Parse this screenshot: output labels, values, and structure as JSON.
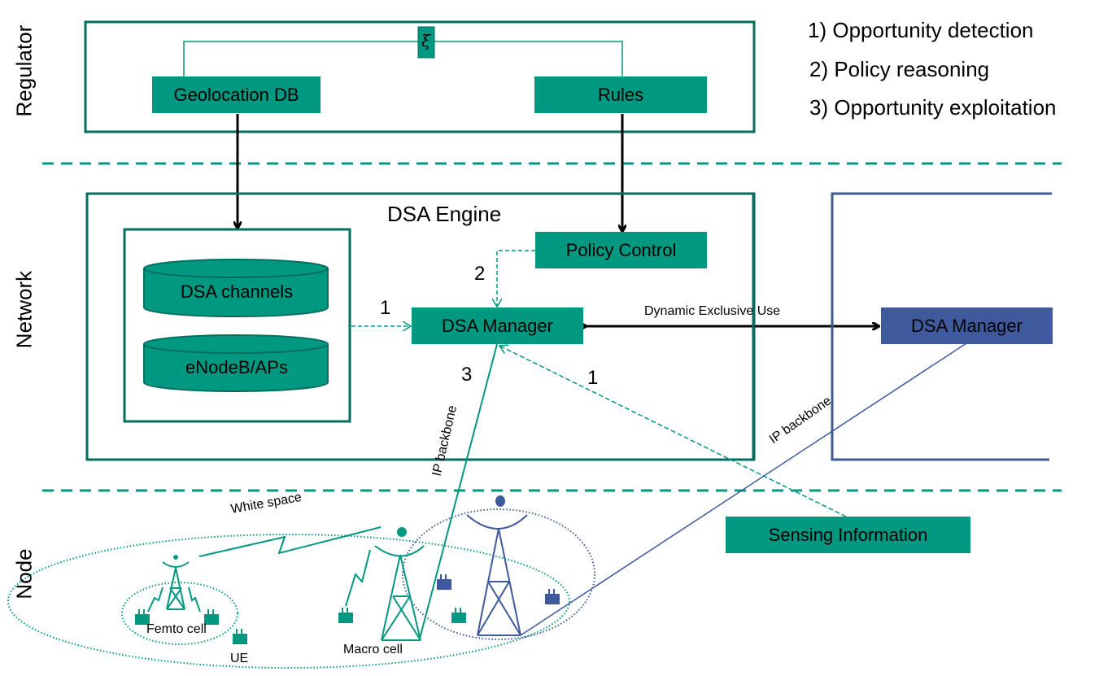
{
  "colors": {
    "teal": "#009880",
    "teal_dark": "#006e5e",
    "blue": "#3e5a9c",
    "black": "#000000"
  },
  "layers": {
    "regulator": "Regulator",
    "network": "Network",
    "node": "Node"
  },
  "legend": [
    "1) Opportunity detection",
    "2) Policy reasoning",
    "3) Opportunity exploitation"
  ],
  "regulator": {
    "geolocation_db": "Geolocation DB",
    "rules": "Rules",
    "link_icon": "ξ"
  },
  "network": {
    "engine_title": "DSA Engine",
    "db_channels": "DSA channels",
    "db_enodeb": "eNodeB/APs",
    "policy_control": "Policy Control",
    "dsa_manager": "DSA Manager",
    "dsa_manager_remote": "DSA Manager",
    "dynamic_exclusive_use": "Dynamic Exclusive Use",
    "step_1a": "1",
    "step_2": "2",
    "step_3": "3",
    "step_1b": "1",
    "ip_backbone_left": "IP backbone",
    "ip_backbone_right": "IP backbone"
  },
  "node": {
    "sensing_information": "Sensing Information",
    "white_space": "White space",
    "femto_cell": "Femto cell",
    "ue": "UE",
    "macro_cell": "Macro cell"
  }
}
